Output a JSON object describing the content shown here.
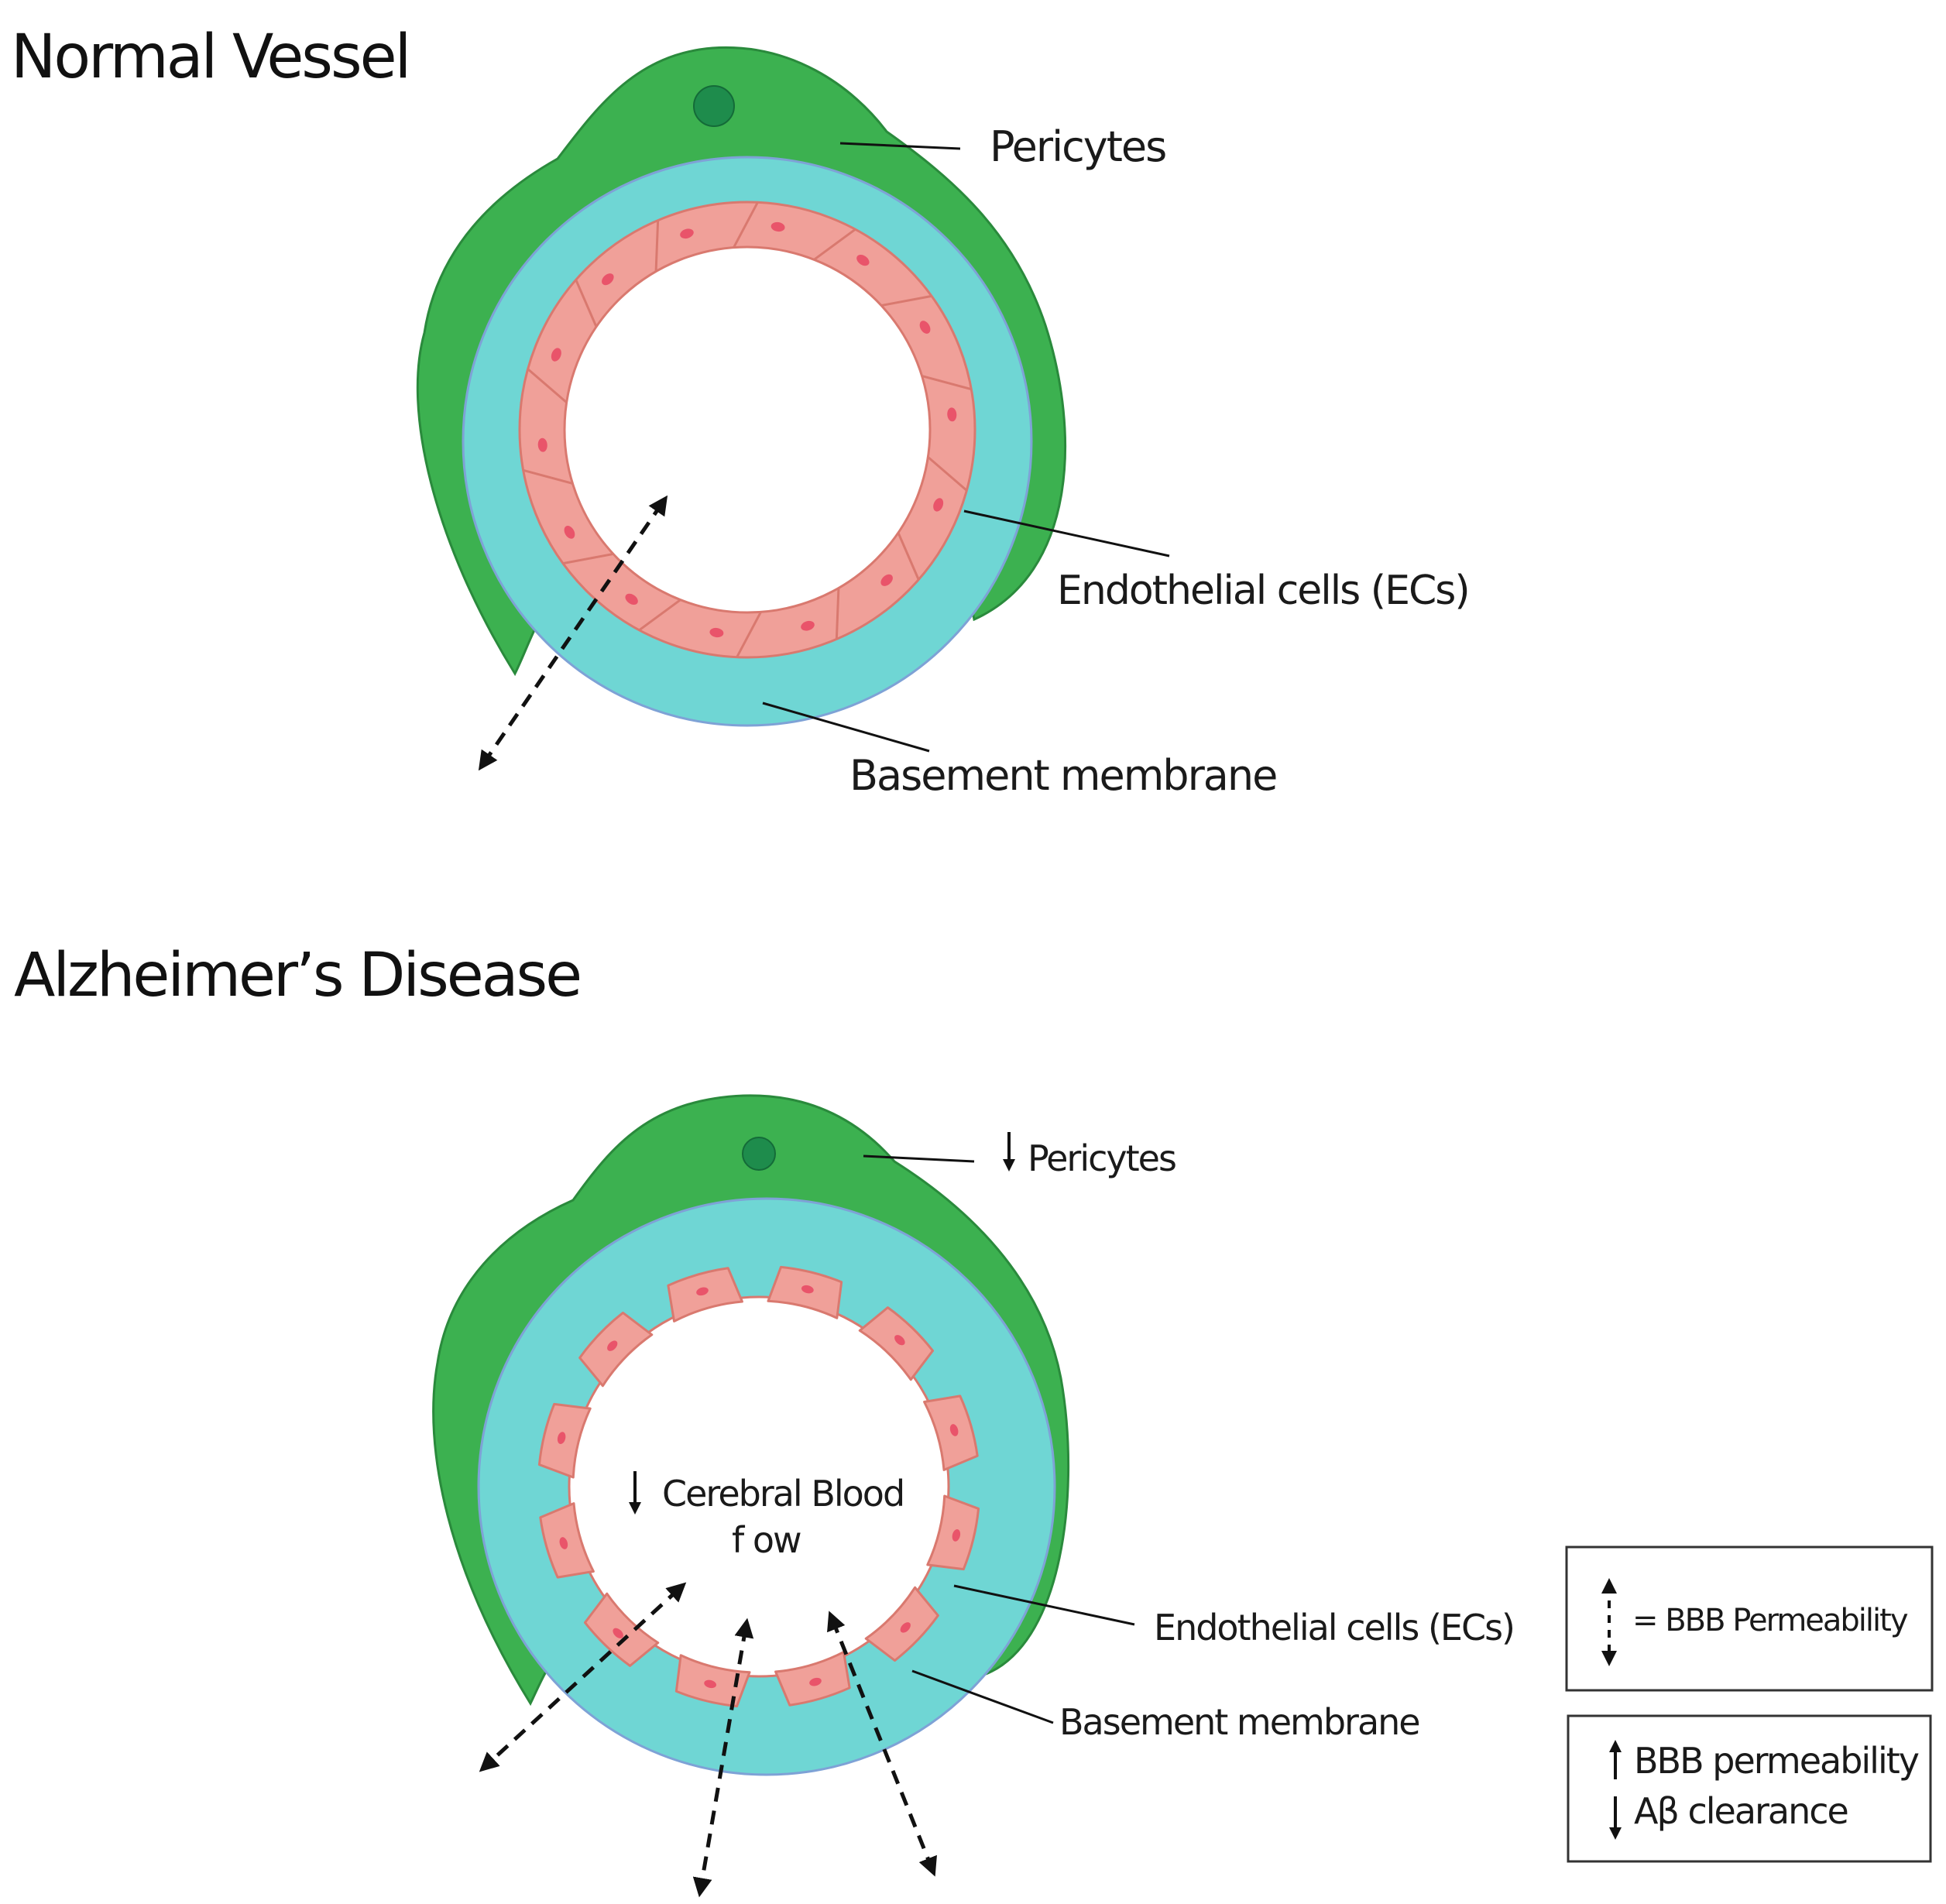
{
  "colors": {
    "pericyte": "#3cb150",
    "pericyte_stroke": "#2a8a3c",
    "nucleus": "#1e8c4c",
    "basement_membrane": "#6fd6d4",
    "basement_stroke": "#7ea2d6",
    "endothelial": "#f0a099",
    "endothelial_stroke": "#d9796f",
    "ec_nucleus": "#e9546a",
    "lumen": "#ffffff"
  },
  "normal": {
    "title": "Normal Vessel",
    "labels": {
      "pericytes": "Pericytes",
      "endothelial": "Endothelial cells (ECs)",
      "basement": "Basement membrane"
    }
  },
  "disease": {
    "title": "Alzheimer’s Disease",
    "labels": {
      "pericytes": "Pericytes",
      "endothelial": "Endothelial cells (ECs)",
      "basement": "Basement membrane",
      "blood_flow_line1": "Cerebral Blood",
      "blood_flow_line2": "f ow"
    }
  },
  "legend": {
    "permeability_key": "= BBB Permeability",
    "effect_line1": "BBB permeability",
    "effect_line2": "Aβ clearance"
  },
  "icons": {
    "down": "down-arrow-icon",
    "up": "up-arrow-icon",
    "dashed_double": "dashed-double-arrow-icon"
  }
}
